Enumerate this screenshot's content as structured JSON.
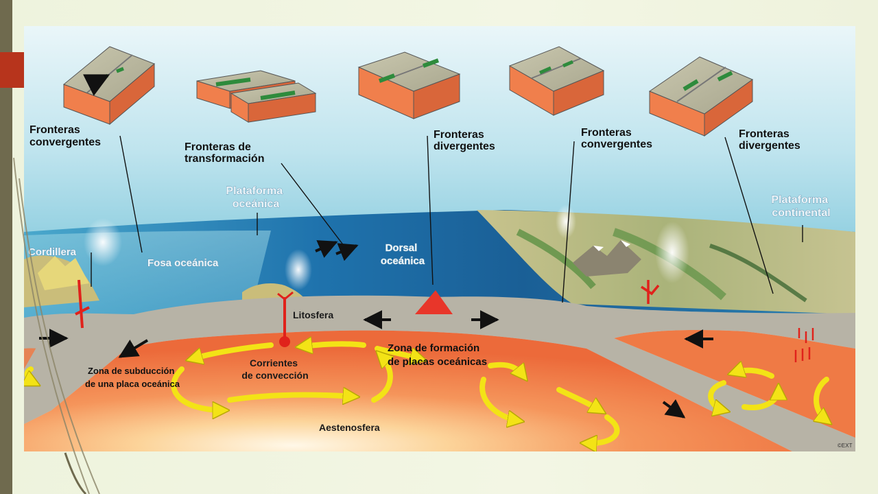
{
  "diagram": {
    "boundary_labels": {
      "convergent_1": [
        "Fronteras",
        "convergentes"
      ],
      "transform": [
        "Fronteras de",
        "transformación"
      ],
      "divergent_1": [
        "Fronteras",
        "divergentes"
      ],
      "convergent_2": [
        "Fronteras",
        "convergentes"
      ],
      "divergent_2": [
        "Fronteras",
        "divergentes"
      ]
    },
    "surface_labels": {
      "oceanic_platform": [
        "Plataforma",
        "oceánica"
      ],
      "continental_platform": [
        "Plataforma",
        "continental"
      ],
      "mountain_range": "Cordillera",
      "ocean_trench": "Fosa oceánica",
      "ocean_ridge": [
        "Dorsal",
        "oceánica"
      ]
    },
    "interior_labels": {
      "lithosphere": "Litosfera",
      "oceanic_plate_formation": [
        "Zona de formación",
        "de placas oceánicas"
      ],
      "subduction_zone": [
        "Zona de subducción",
        "de una placa oceánica"
      ],
      "convection_currents": [
        "Corrientes",
        "de convección"
      ],
      "asthenosphere": "Aestenosfera"
    },
    "credit": "©EXT",
    "colors": {
      "sea_deep": "#1d6fa8",
      "sea_light": "#7cc3d8",
      "lithosphere": "#b7b3a6",
      "mantle": "#ef7a45",
      "convection_arrow": "#f3e316",
      "magma": "#e0221b",
      "block_top": "#bdbba3",
      "block_side": "#f07f4c",
      "plate_arrow": "#2e8b3c"
    }
  }
}
